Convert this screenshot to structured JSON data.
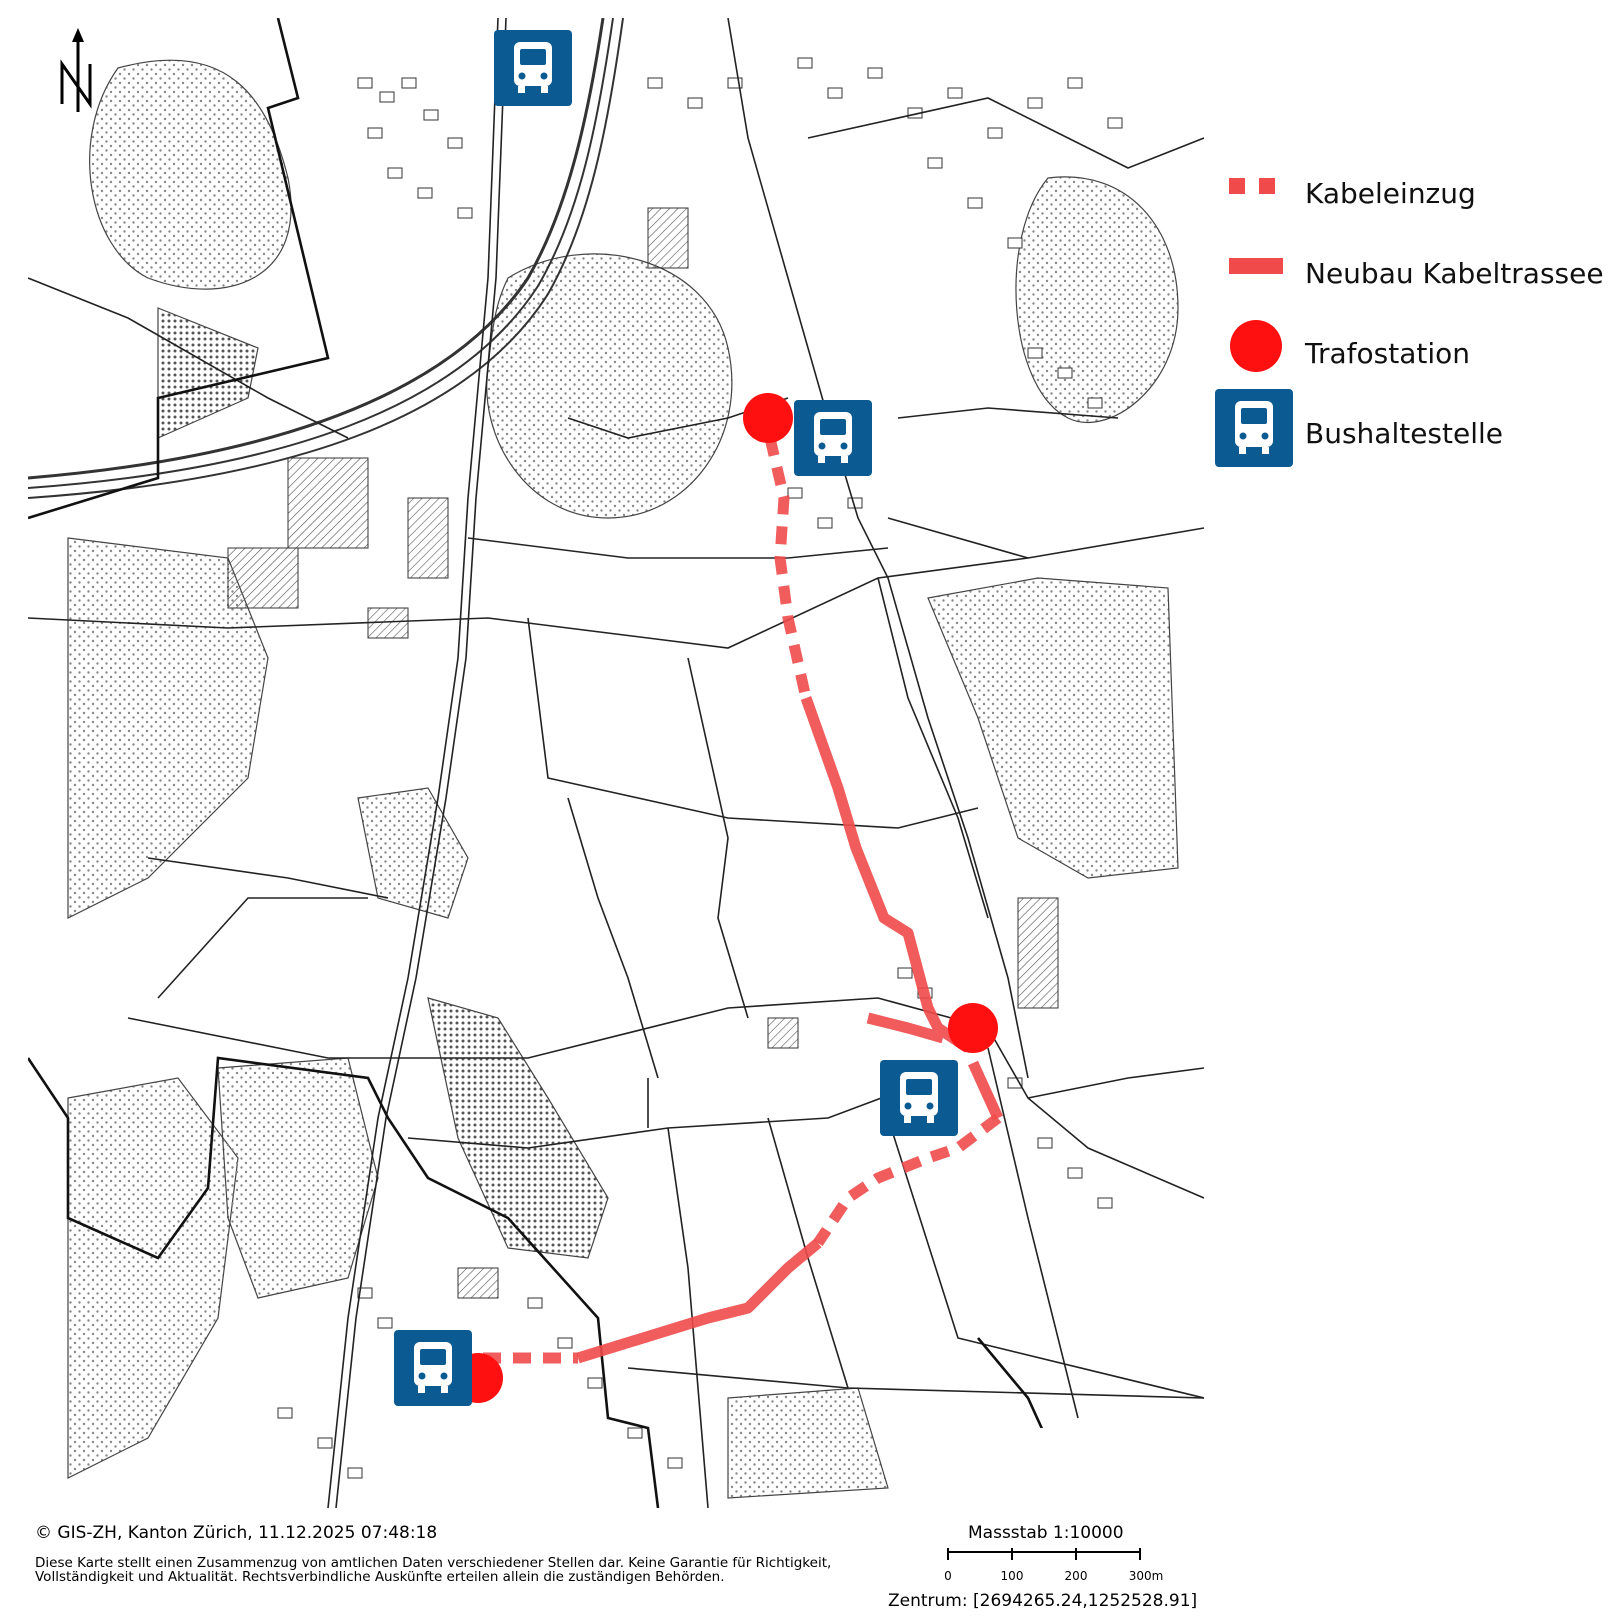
{
  "map": {
    "legend": {
      "cable_pull": "Kabeleinzug",
      "new_route": "Neubau Kabeltrassee",
      "transformer": "Trafostation",
      "bus_stop": "Bushaltestelle"
    },
    "colors": {
      "route": "#f04a4a",
      "transformer": "#ff1010",
      "bus_bg": "#0c5a92",
      "map_lines": "#222222"
    },
    "icons": [
      "north-arrow-icon",
      "bus-icon",
      "transformer-dot"
    ],
    "footer": {
      "copyright": "© GIS-ZH, Kanton Zürich, 11.12.2025 07:48:18",
      "disclaimer": "Diese Karte stellt einen Zusammenzug von amtlichen Daten verschiedener Stellen dar. Keine Garantie für Richtigkeit, Vollständigkeit und Aktualität. Rechtsverbindliche Auskünfte erteilen allein die zuständigen Behörden.",
      "scale_title": "Massstab 1:10000",
      "scale_ticks": [
        "0",
        "100",
        "200",
        "300m"
      ],
      "center": "Zentrum: [2694265.24,1252528.91]"
    }
  }
}
